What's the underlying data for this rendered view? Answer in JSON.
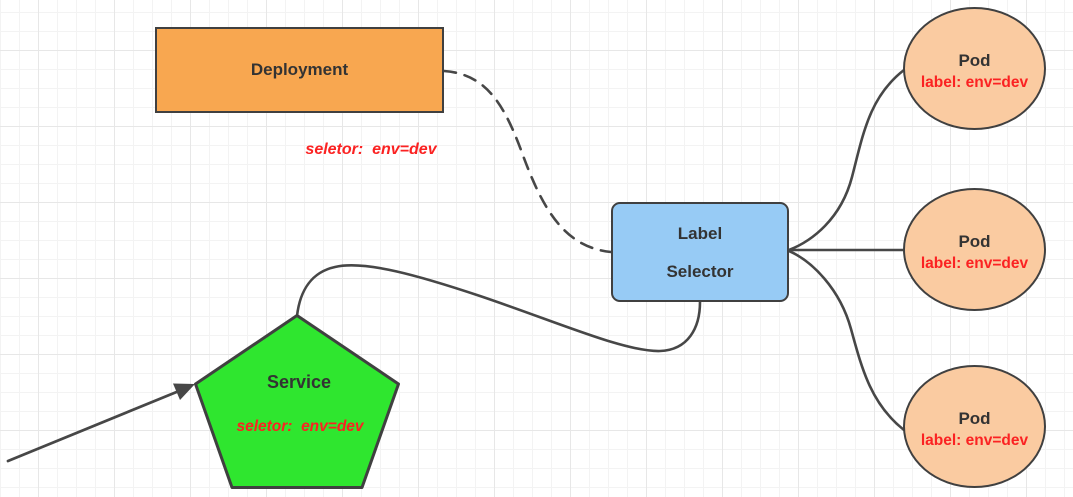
{
  "diagram": {
    "deployment": {
      "label": "Deployment",
      "selector_note": "seletor:  env=dev"
    },
    "label_selector": {
      "line1": "Label",
      "line2": "Selector"
    },
    "service": {
      "label": "Service",
      "selector_note": "seletor:  env=dev"
    },
    "pods": [
      {
        "title": "Pod",
        "label": "label: env=dev"
      },
      {
        "title": "Pod",
        "label": "label: env=dev"
      },
      {
        "title": "Pod",
        "label": "label: env=dev"
      }
    ]
  },
  "colors": {
    "deployment_fill": "#F8A750",
    "label_selector_fill": "#97CBF5",
    "service_fill": "#2FE62F",
    "pod_fill": "#FACBA1",
    "shape_stroke": "#404040",
    "edge_stroke": "#474747",
    "red_text": "#FB2222",
    "dark_text": "#333333",
    "grid_minor": "#f3f3f3",
    "grid_major": "#e7e7e7"
  }
}
